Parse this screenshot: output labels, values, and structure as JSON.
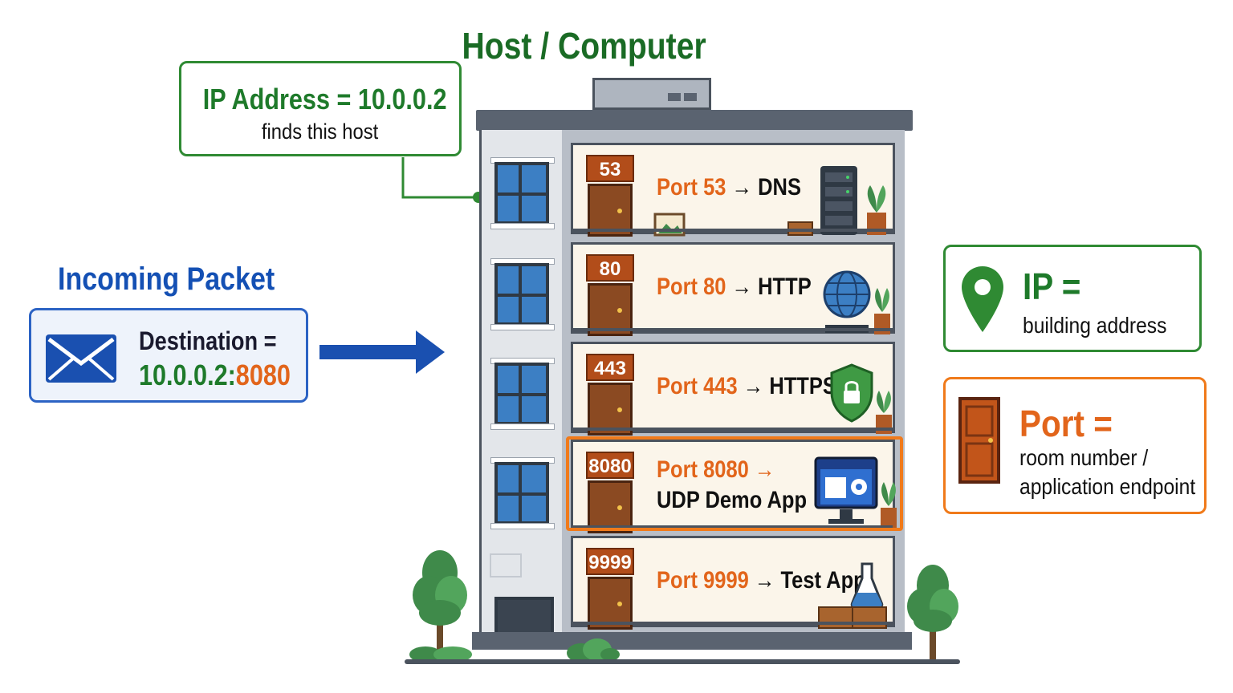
{
  "title": "Host / Computer",
  "ip_callout": {
    "label": "IP Address",
    "equals": "=",
    "value": "10.0.0.2",
    "subtitle": "finds this host"
  },
  "incoming": {
    "title": "Incoming Packet",
    "destination_label": "Destination =",
    "destination_ip": "10.0.0.2",
    "destination_sep": ":",
    "destination_port": "8080"
  },
  "floors": [
    {
      "tag": "53",
      "port": "Port 53",
      "arrow": "→",
      "service": "DNS",
      "icon": "server-rack-icon"
    },
    {
      "tag": "80",
      "port": "Port 80",
      "arrow": "→",
      "service": "HTTP",
      "icon": "globe-icon"
    },
    {
      "tag": "443",
      "port": "Port 443",
      "arrow": "→",
      "service": "HTTPS",
      "icon": "shield-lock-icon"
    },
    {
      "tag": "8080",
      "port": "Port 8080",
      "arrow": "→",
      "service": "UDP Demo App",
      "icon": "monitor-gear-icon",
      "highlighted": true
    },
    {
      "tag": "9999",
      "port": "Port 9999",
      "arrow": "→",
      "service": "Test App",
      "icon": "flask-icon"
    }
  ],
  "legend": {
    "ip": {
      "title": "IP =",
      "desc": "building address",
      "icon": "location-pin-icon"
    },
    "port": {
      "title": "Port =",
      "desc_line1": "room number /",
      "desc_line2": "application endpoint",
      "icon": "door-icon"
    }
  },
  "colors": {
    "green": "#1e7a2a",
    "blue": "#1a50b0",
    "orange": "#e2651b",
    "door_brown": "#8b4a22"
  }
}
